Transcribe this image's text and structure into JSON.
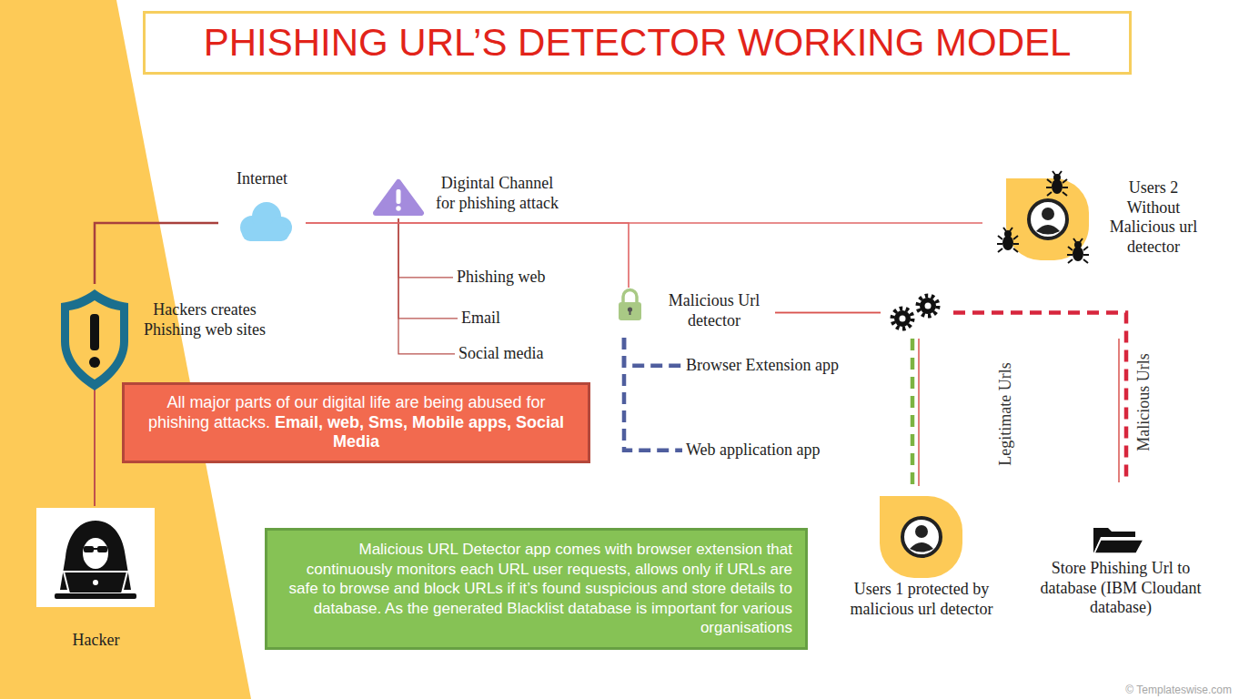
{
  "diagram": {
    "title": "PHISHING URL’S DETECTOR WORKING MODEL",
    "nodes": [
      {
        "text": [
          "Internet"
        ]
      },
      {
        "text": [
          "Digintal Channel for phishing attack"
        ]
      },
      {
        "text": [
          "Users 2 Without Malicious url detector"
        ]
      },
      {
        "text": [
          "Hackers creates Phishing web sites"
        ]
      },
      {
        "text": [
          "Phishing web"
        ]
      },
      {
        "text": [
          "Malicious Url detector"
        ]
      },
      {
        "text": [
          "Email"
        ]
      },
      {
        "text": [
          "Social media"
        ]
      },
      {
        "text": [
          "Browser Extension app"
        ]
      },
      {
        "text": [
          "All major parts of our digital life are being abused for phishing attacks.",
          "Email, web, Sms, Mobile apps, Social Media"
        ]
      },
      {
        "text": [
          "Web application app"
        ]
      },
      {
        "text": [
          "Malicious URL Detector app comes with browser extension that continuously monitors each URL user requests, allows only if URLs are safe to browse and block URLs if it’s found suspicious and store details to database. As the generated Blacklist database is important for various organisations"
        ]
      },
      {
        "text": [
          "Hacker"
        ]
      },
      {
        "text": [
          "Users 1 protected by malicious url detector"
        ]
      },
      {
        "text": [
          "Store Phishing Url to database (IBM Cloudant database)"
        ]
      }
    ],
    "edges": [
      {
        "from": 3,
        "to": 0,
        "arrow": "none"
      },
      {
        "from": 0,
        "to": 2,
        "arrow": "none"
      },
      {
        "from": 1,
        "to": 4,
        "arrow": "none"
      },
      {
        "from": 1,
        "to": 6,
        "arrow": "none"
      },
      {
        "from": 1,
        "to": 7,
        "arrow": "none"
      },
      {
        "from": 0,
        "to": 5,
        "arrow": "none"
      },
      {
        "from": 5,
        "to": 8,
        "arrow": "none"
      },
      {
        "from": 5,
        "to": 10,
        "arrow": "none"
      },
      {
        "from": 5,
        "to": 13,
        "arrow": "none",
        "label": "Legitimate Urls"
      },
      {
        "from": 5,
        "to": 14,
        "arrow": "none",
        "label": "Malicious Urls"
      },
      {
        "from": 3,
        "to": 12,
        "arrow": "none"
      }
    ],
    "labels": [
      "© Templateswise.com"
    ]
  }
}
